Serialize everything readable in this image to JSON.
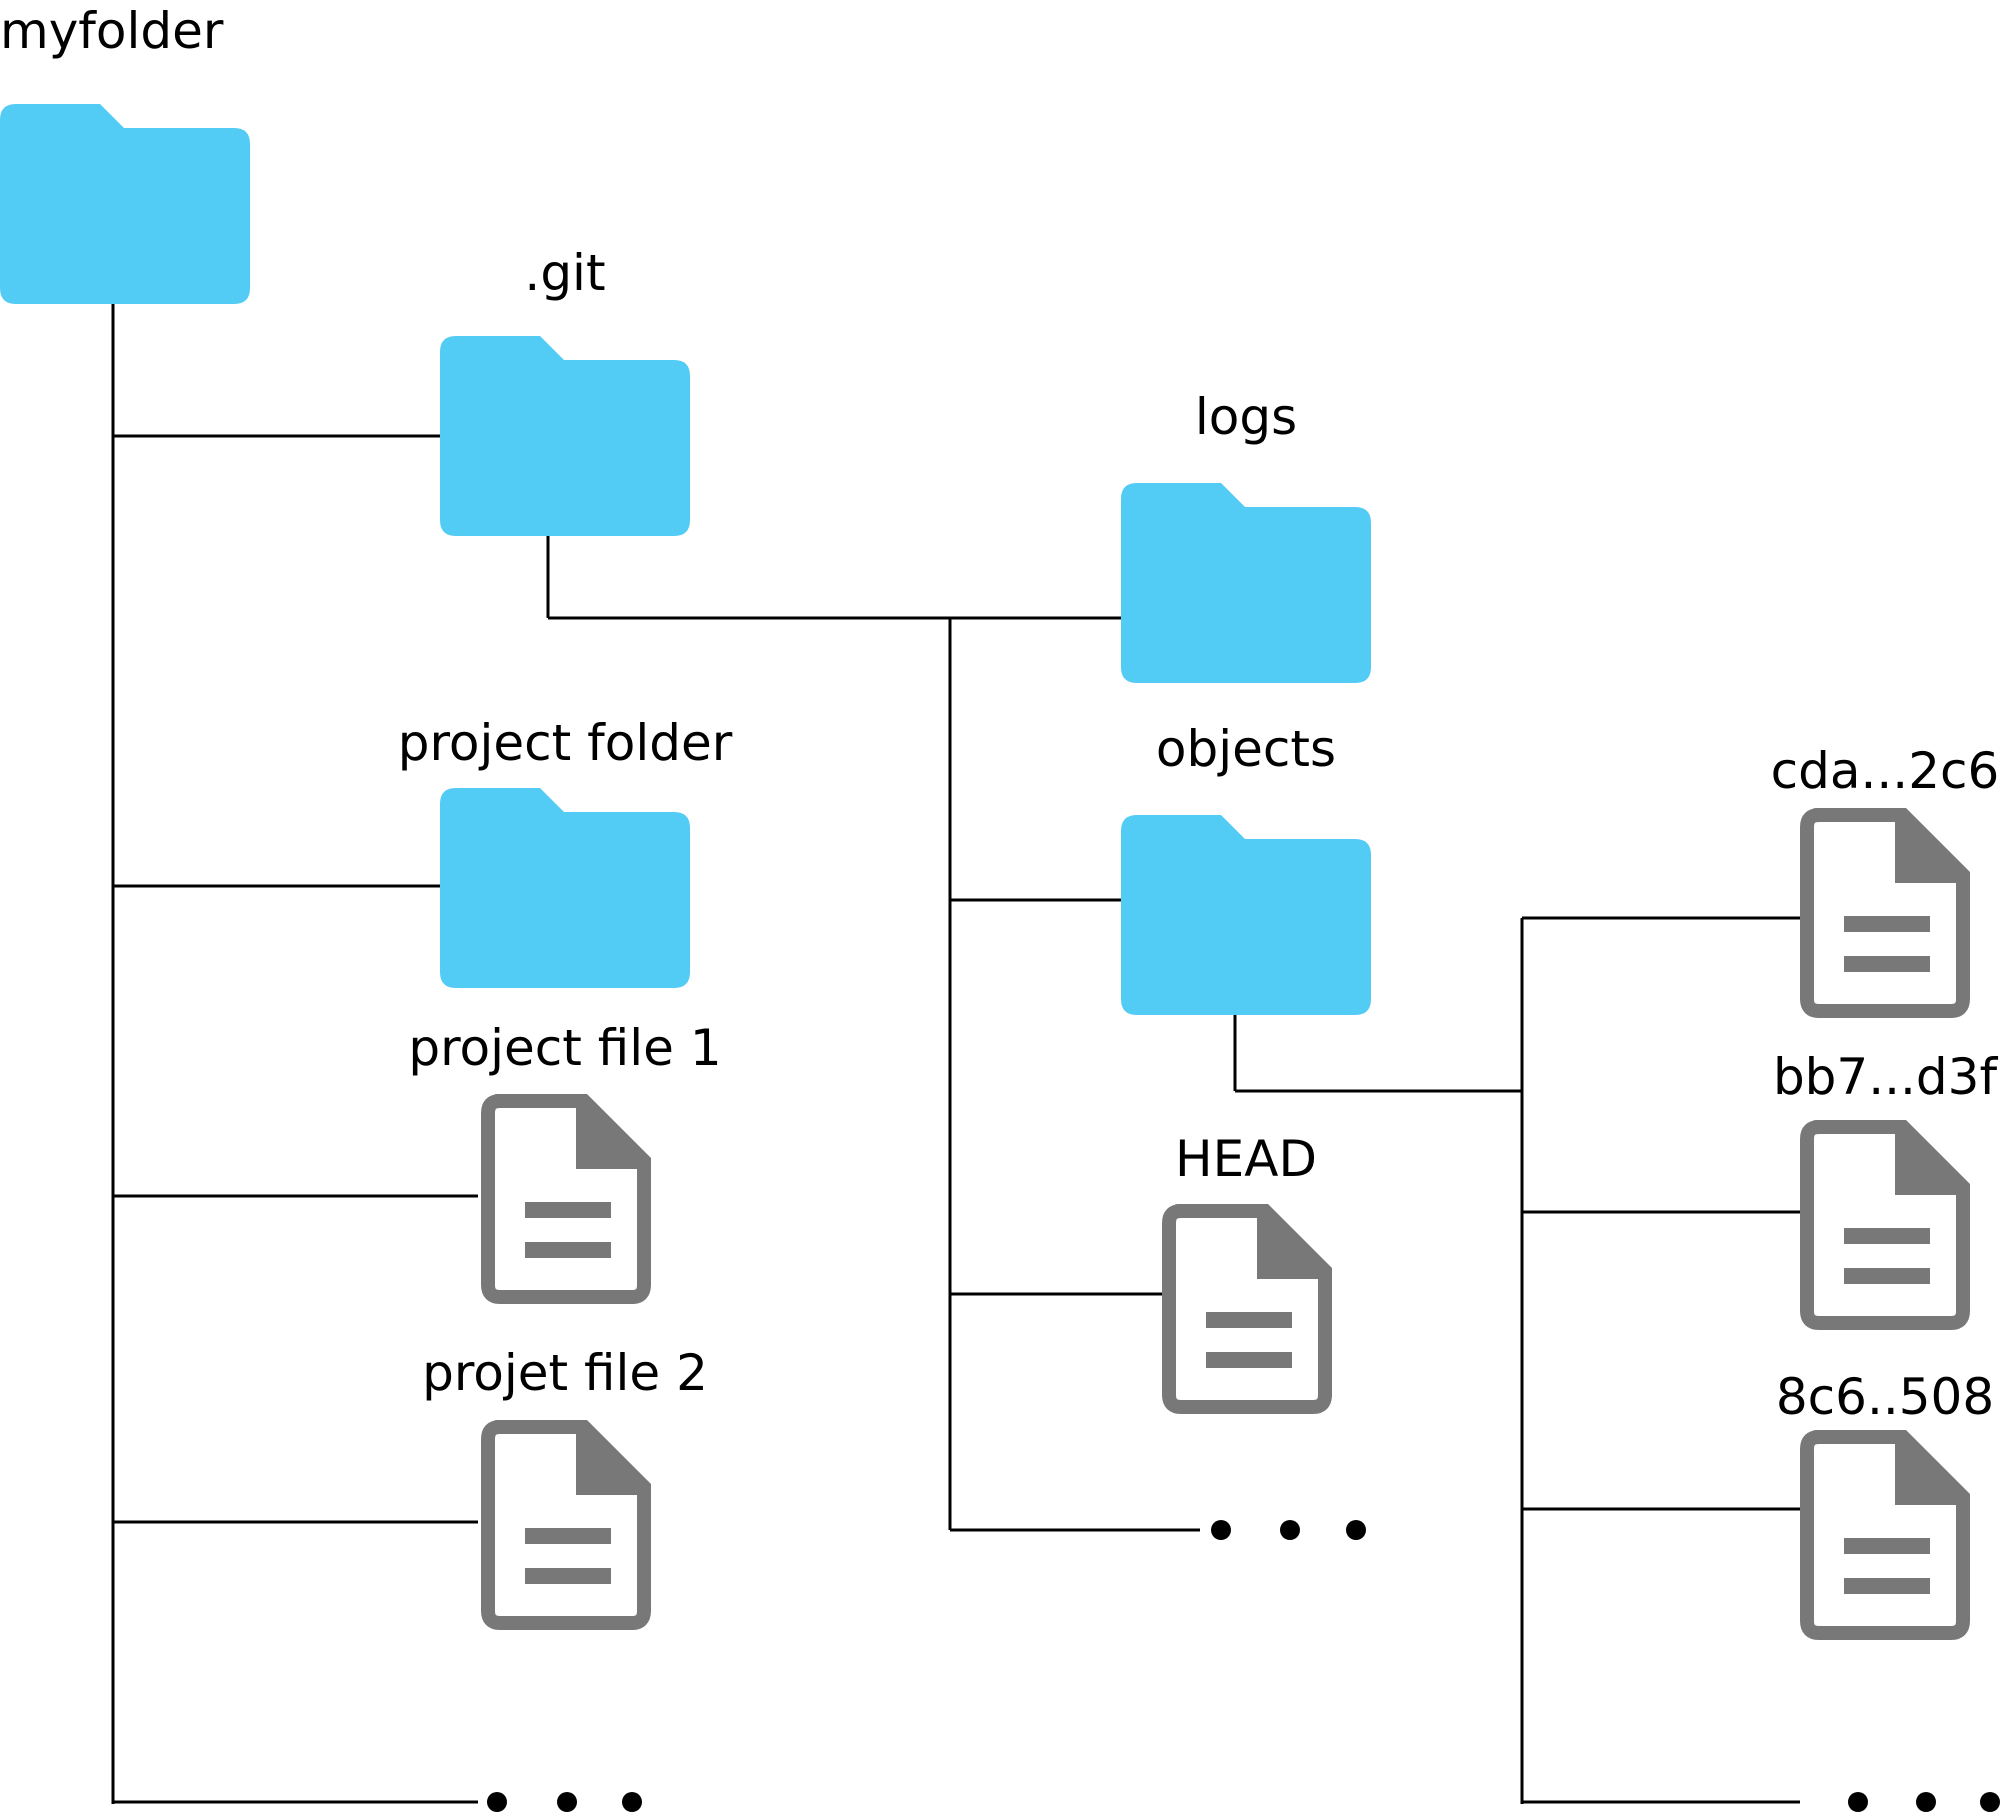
{
  "tree": {
    "root": {
      "label": "myfolder",
      "icon": "folder-icon"
    },
    "git": {
      "label": ".git",
      "icon": "folder-icon"
    },
    "project_folder": {
      "label": "project folder",
      "icon": "folder-icon"
    },
    "project_file_1": {
      "label": "project file 1",
      "icon": "file-icon"
    },
    "project_file_2": {
      "label": "projet file 2",
      "icon": "file-icon"
    },
    "logs": {
      "label": "logs",
      "icon": "folder-icon"
    },
    "objects": {
      "label": "objects",
      "icon": "folder-icon"
    },
    "head": {
      "label": "HEAD",
      "icon": "file-icon"
    },
    "object_1": {
      "label": "cda...2c6",
      "icon": "file-icon"
    },
    "object_2": {
      "label": "bb7...d3f",
      "icon": "file-icon"
    },
    "object_3": {
      "label": "8c6..508",
      "icon": "file-icon"
    },
    "more_glyph": "ellipsis-dots"
  },
  "colors": {
    "folder": "#52ccf4",
    "file": "#787878",
    "lines": "#000000",
    "background": "#ffffff"
  }
}
